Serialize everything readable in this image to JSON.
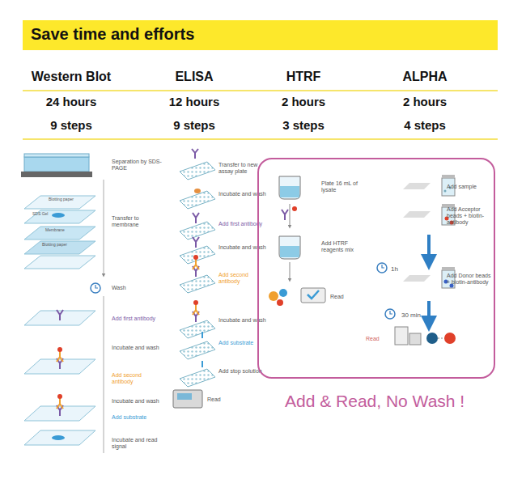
{
  "diagram": {
    "title": "Save time and efforts",
    "nodes": [
      {
        "text": [
          "Plate 16 mL of lysate",
          "Add HTRF reagents mix",
          "1h",
          "Read",
          "Add sample",
          "Add Acceptor beads + biotin-antibody",
          "Add Donor beads + biotin-antibody",
          "30 min",
          "Read"
        ]
      }
    ],
    "labels": [
      "Western Blot",
      "ELISA",
      "HTRF",
      "ALPHA",
      "24 hours",
      "12 hours",
      "2 hours",
      "2 hours",
      "9 steps",
      "9 steps",
      "3 steps",
      "4 steps",
      "Separation by SDS-PAGE",
      "Blotting paper",
      "SDS Gel",
      "Membrane",
      "Blotting paper",
      "Transfer to membrane",
      "Wash",
      "Add first antibody",
      "Incubate and wash",
      "Add second antibody",
      "Incubate and wash",
      "Add substrate",
      "Incubate and read signal",
      "Transfer to new assay plate",
      "Incubate and wash",
      "Add first antibody",
      "Incubate and wash",
      "Add second antibody",
      "Incubate and wash",
      "Add substrate",
      "Add stop solution",
      "Read",
      "Add & Read, No Wash !"
    ]
  }
}
